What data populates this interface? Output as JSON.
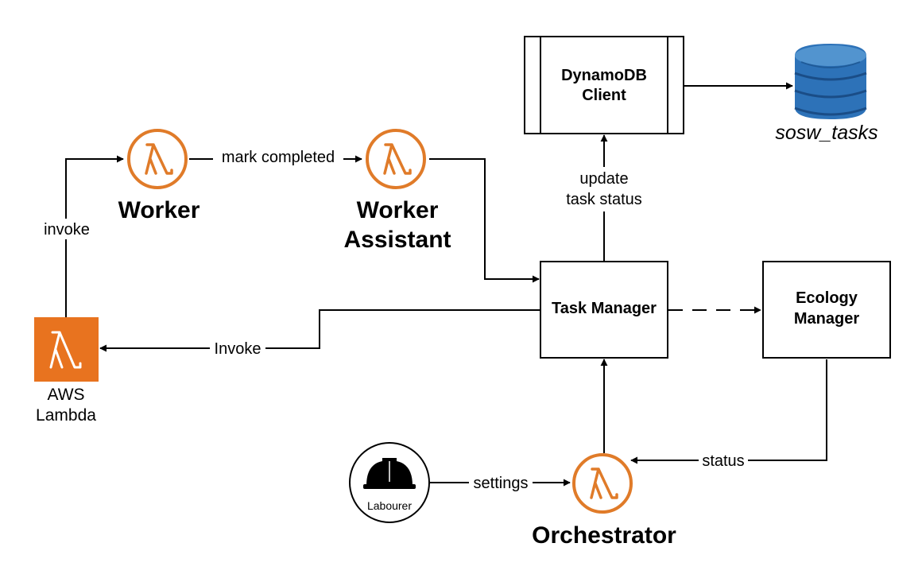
{
  "nodes": {
    "worker": {
      "label": "Worker"
    },
    "worker_assistant": {
      "label_line1": "Worker",
      "label_line2": "Assistant"
    },
    "dynamodb_client": {
      "label_line1": "DynamoDB",
      "label_line2": "Client"
    },
    "sosw_tasks": {
      "label": "sosw_tasks"
    },
    "task_manager": {
      "label": "Task Manager"
    },
    "ecology_manager": {
      "label_line1": "Ecology",
      "label_line2": "Manager"
    },
    "aws_lambda": {
      "label_line1": "AWS",
      "label_line2": "Lambda"
    },
    "labourer": {
      "label": "Labourer"
    },
    "orchestrator": {
      "label": "Orchestrator"
    }
  },
  "edges": {
    "invoke": "invoke",
    "mark_completed": "mark completed",
    "update_status_line1": "update",
    "update_status_line2": "task status",
    "invoke_lambda": "Invoke",
    "settings": "settings",
    "status": "status"
  },
  "colors": {
    "lambda_orange": "#E07B29",
    "aws_lambda_fill": "#E8731F",
    "dynamodb_blue": "#2D72B8"
  },
  "icons": {
    "lambda": "lambda-icon",
    "aws_lambda": "aws-lambda-icon",
    "dynamodb": "dynamodb-table-icon",
    "labourer": "hard-hat-icon"
  }
}
